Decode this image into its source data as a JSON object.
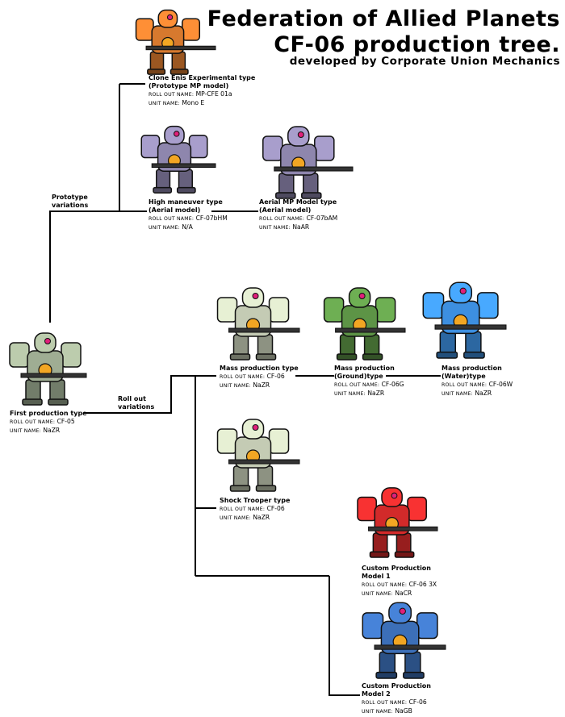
{
  "header": {
    "line1": "Federation of Allied Planets",
    "line2": "CF-06 production tree.",
    "line3": "developed by Corporate Union Mechanics"
  },
  "branches": {
    "prototype": [
      "Prototype",
      "variations"
    ],
    "rollout": [
      "Roll out",
      "variations"
    ]
  },
  "field_labels": {
    "rollout": "ROLL OUT NAME:",
    "unit": "UNIT NAME:"
  },
  "units": [
    {
      "key": "clone",
      "name": [
        "Clone Enis Experimental type",
        "(Prototype MP model)"
      ],
      "rollout": "MP-CFE 01a",
      "unit": "Mono E",
      "color": "#d7792e"
    },
    {
      "key": "hm",
      "name": [
        "High maneuver  type",
        "(Aerial model)"
      ],
      "rollout": "CF-07bHM",
      "unit": "N/A",
      "color": "#8e86ad"
    },
    {
      "key": "amp",
      "name": [
        "Aerial MP Model  type",
        "(Aerial model)"
      ],
      "rollout": "CF-07bAM",
      "unit": "NaAR",
      "color": "#8e86ad"
    },
    {
      "key": "first",
      "name": [
        "First production type"
      ],
      "rollout": "CF-05",
      "unit": "NaZR",
      "color": "#9fad93"
    },
    {
      "key": "mass",
      "name": [
        "Mass production type"
      ],
      "rollout": "CF-06",
      "unit": "NaZR",
      "color": "#c4cbb4"
    },
    {
      "key": "ground",
      "name": [
        "Mass production",
        "(Ground)type"
      ],
      "rollout": "CF-06G",
      "unit": "NaZR",
      "color": "#5d9446"
    },
    {
      "key": "water",
      "name": [
        "Mass production",
        "(Water)type"
      ],
      "rollout": "CF-06W",
      "unit": "NaZR",
      "color": "#3d8fe0"
    },
    {
      "key": "shock",
      "name": [
        "Shock Trooper type"
      ],
      "rollout": "CF-06",
      "unit": "NaZR",
      "color": "#c4cbb4"
    },
    {
      "key": "cust1",
      "name": [
        "Custom Production",
        "Model 1"
      ],
      "rollout": "CF-06 3X",
      "unit": "NaCR",
      "color": "#d22a2a"
    },
    {
      "key": "cust2",
      "name": [
        "Custom Production",
        "Model 2"
      ],
      "rollout": "CF-06",
      "unit": "NaGB",
      "color": "#3c6fb8"
    }
  ]
}
